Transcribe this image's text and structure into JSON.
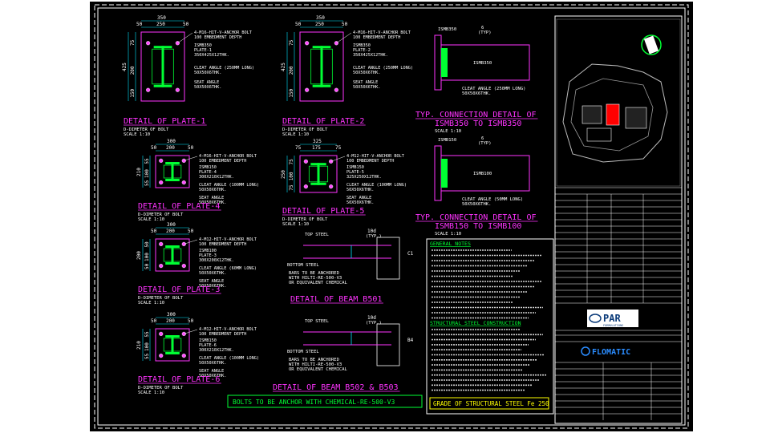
{
  "colors": {
    "background": "#000000",
    "dim": "#00e5ff",
    "steel": "#ff33ff",
    "plate": "#00ff33",
    "text": "#ffffff",
    "title": "#ff33ff",
    "frame": "#ffffff",
    "highlight": "#ff0000",
    "yellow": "#ffff00"
  },
  "plate1": {
    "title": "DETAIL OF PLATE-1",
    "sub1": "D-DIMETER OF BOLT",
    "sub2": "SCALE 1:10",
    "dim_top": "350",
    "dim_top_a": "50",
    "dim_top_b": "250",
    "dim_top_c": "50",
    "dim_left": "425",
    "dim_l1": "75",
    "dim_l2": "200",
    "dim_l3": "150",
    "n1": "4-M16-HIT-V-ANCHOR BOLT",
    "n2": "100 EMBEDMENT DEPTH",
    "n3": "ISMB350",
    "n4": "PLATE-1",
    "n5": "350X425X12THK.",
    "n6": "CLEAT ANGLE (250MM LONG)",
    "n7": "50X50X6THK.",
    "n8": "SEAT ANGLE",
    "n9": "50X50X6THK."
  },
  "plate2": {
    "title": "DETAIL OF PLATE-2",
    "sub1": "D-DIMETER OF BOLT",
    "sub2": "SCALE 1:10",
    "dim_top": "350",
    "dim_top_a": "50",
    "dim_top_b": "250",
    "dim_top_c": "50",
    "dim_left": "425",
    "dim_l1": "75",
    "dim_l2": "200",
    "dim_l3": "150",
    "n1": "4-M16-HIT-V-ANCHOR BOLT",
    "n2": "100 EMBEDMENT DEPTH",
    "n3": "ISMB350",
    "n4": "PLATE-2",
    "n5": "350X425X12THK.",
    "n6": "CLEAT ANGLE (250MM LONG)",
    "n7": "50X50X6THK.",
    "n8": "SEAT ANGLE",
    "n9": "50X50X6THK."
  },
  "plate4": {
    "title": "DETAIL OF PLATE-4",
    "sub1": "D-DIMETER OF BOLT",
    "sub2": "SCALE 1:10",
    "dim_top": "300",
    "dim_top_a": "50",
    "dim_top_b": "200",
    "dim_top_c": "50",
    "dim_left": "210",
    "dim_l1": "55",
    "dim_l2": "100",
    "dim_l3": "55",
    "n1": "4-M16-HIT-V-ANCHOR BOLT",
    "n2": "100 EMBEDMENT DEPTH",
    "n3": "ISMB150",
    "n4": "PLATE-4",
    "n5": "300X210X12THK.",
    "n6": "CLEAT ANGLE (100MM LONG)",
    "n7": "50X50X6THK.",
    "n8": "SEAT ANGLE",
    "n9": "50X50X6THK."
  },
  "plate5": {
    "title": "DETAIL OF PLATE-5",
    "sub1": "D-DIMETER OF BOLT",
    "sub2": "SCALE 1:10",
    "dim_top": "325",
    "dim_top_a": "75",
    "dim_top_b": "175",
    "dim_top_c": "75",
    "dim_left": "250",
    "dim_l1": "75",
    "dim_l2": "100",
    "dim_l3": "75",
    "n1": "4-M12-HIT-V-ANCHOR BOLT",
    "n2": "100 EMBEDMENT DEPTH",
    "n3": "ISMB150",
    "n4": "PLATE-5",
    "n5": "325X250X12THK.",
    "n6": "CLEAT ANGLE (100MM LONG)",
    "n7": "50X50X6THK.",
    "n8": "SEAT ANGLE",
    "n9": "50X50X6THK."
  },
  "plate3": {
    "title": "DETAIL OF PLATE-3",
    "sub1": "D-DIMETER OF BOLT",
    "sub2": "SCALE 1:10",
    "dim_top": "300",
    "dim_top_a": "50",
    "dim_top_b": "200",
    "dim_top_c": "50",
    "dim_left": "200",
    "dim_l1": "50",
    "dim_l2": "100",
    "dim_l3": "50",
    "n1": "4-M12-HIT-V-ANCHOR BOLT",
    "n2": "100 EMBEDMENT DEPTH",
    "n3": "ISMB100",
    "n4": "PLATE-3",
    "n5": "300X200X12THK.",
    "n6": "CLEAT ANGLE (60MM LONG)",
    "n7": "50X50X6THK.",
    "n8": "SEAT ANGLE",
    "n9": "50X50X6THK."
  },
  "plate6": {
    "title": "DETAIL OF PLATE-6",
    "sub1": "D-DIMETER OF BOLT",
    "sub2": "SCALE 1:10",
    "dim_top": "300",
    "dim_top_a": "50",
    "dim_top_b": "200",
    "dim_top_c": "50",
    "dim_left": "210",
    "dim_l1": "55",
    "dim_l2": "100",
    "dim_l3": "55",
    "n1": "4-M12-HIT-V-ANCHOR BOLT",
    "n2": "100 EMBEDMENT DEPTH",
    "n3": "ISMB150",
    "n4": "PLATE-6",
    "n5": "300X210X12THK.",
    "n6": "CLEAT ANGLE (100MM LONG)",
    "n7": "50X50X6THK.",
    "n8": "SEAT ANGLE",
    "n9": "50X50X6THK."
  },
  "beam501": {
    "title": "DETAIL OF BEAM B501",
    "top": "TOP STEEL",
    "bottom": "BOTTOM STEEL",
    "ld": "10d",
    "typ": "(TYP.)",
    "c1": "C1",
    "note1": "BARS TO BE ANCHORED",
    "note2": "WITH HILTI-RE-500-V3",
    "note3": "OR EQUIVALENT CHEMICAL"
  },
  "beam502": {
    "title": "DETAIL OF BEAM B502 & B503",
    "top": "TOP STEEL",
    "bottom": "BOTTOM STEEL",
    "ld": "10d",
    "typ": "(TYP.)",
    "c1": "B4",
    "note1": "BARS TO BE ANCHORED",
    "note2": "WITH HILTI-RE-500-V3",
    "note3": "OR EQUIVALENT CHEMICAL"
  },
  "conn1": {
    "t1": "TYP. CONNECTION DETAIL OF",
    "t2": "ISMB350 TO ISMB350",
    "scale": "SCALE 1:10",
    "n1": "ISMB350",
    "n2": "6",
    "n3": "(TYP)",
    "n4": "ISMB350",
    "n5": "CLEAT ANGLE (250MM LONG)",
    "n6": "50X50X6THK."
  },
  "conn2": {
    "t1": "TYP. CONNECTION DETAIL OF",
    "t2": "ISMB150 TO ISMB100",
    "scale": "SCALE 1:10",
    "n1": "ISMB150",
    "n2": "6",
    "n3": "(TYP)",
    "n4": "ISMB100",
    "n5": "CLEAT ANGLE (50MM LONG)",
    "n6": "50X50X6THK."
  },
  "notes": {
    "general_title": "GENERAL NOTES",
    "structural_title": "STRUCTURAL STEEL CONSTRUCTION",
    "grade": "GRADE OF STRUCTURAL STEEL Fe 250"
  },
  "bolts_banner": "BOLTS TO BE ANCHOR WITH CHEMICAL-RE-500-V3",
  "logos": {
    "par_main": "PAR",
    "par_sub": "FORMULATIONS",
    "flomatic": "FLOMATIC"
  }
}
